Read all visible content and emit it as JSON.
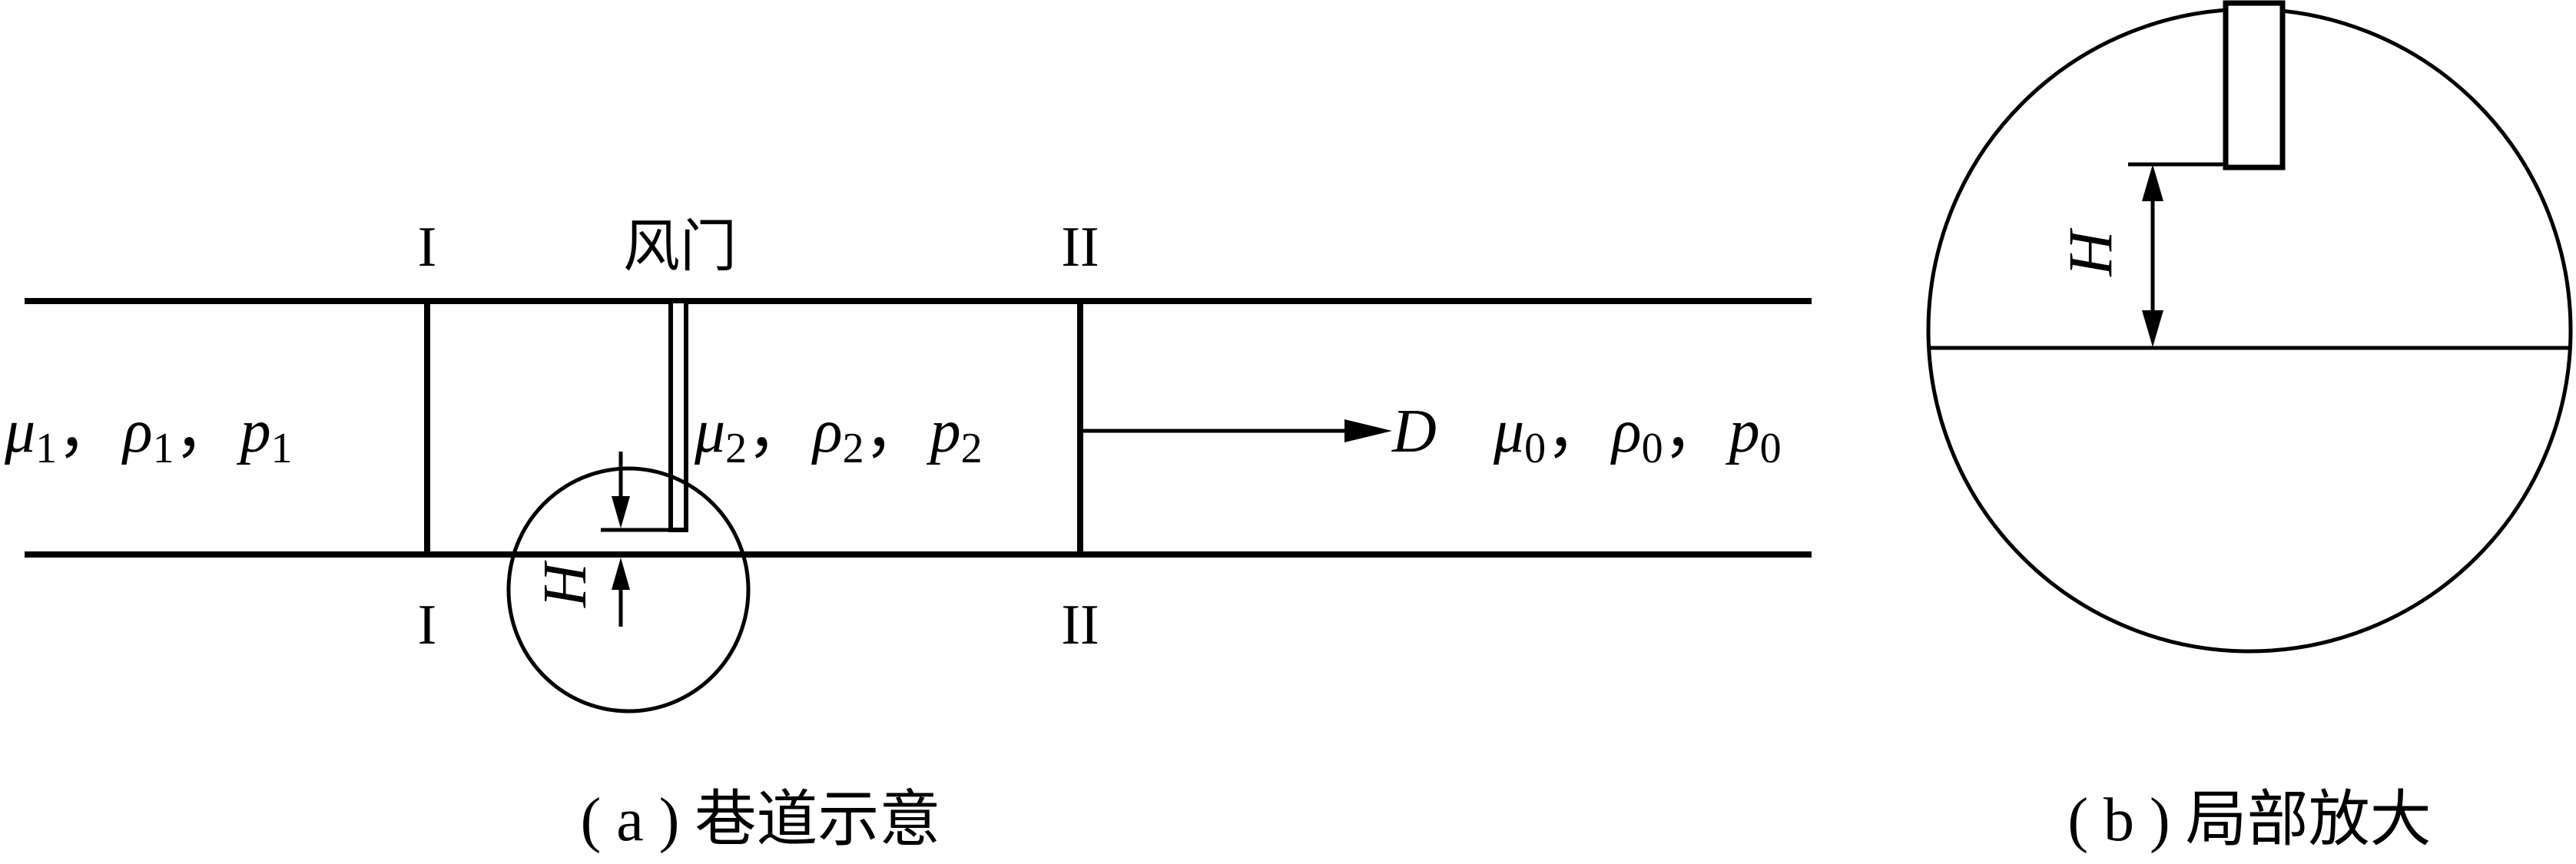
{
  "figure_a": {
    "section_1_top": "I",
    "section_1_bottom": "I",
    "section_2_top": "II",
    "section_2_bottom": "II",
    "door_label": "风门",
    "gap_label": "H",
    "endpoint_label": "D",
    "region_1": {
      "mu": "μ",
      "mu_sub": "1",
      "rho": "ρ",
      "rho_sub": "1",
      "p": "p",
      "p_sub": "1"
    },
    "region_2": {
      "mu": "μ",
      "mu_sub": "2",
      "rho": "ρ",
      "rho_sub": "2",
      "p": "p",
      "p_sub": "2"
    },
    "region_0": {
      "mu": "μ",
      "mu_sub": "0",
      "rho": "ρ",
      "rho_sub": "0",
      "p": "p",
      "p_sub": "0"
    },
    "separator": "，",
    "caption": "( a ) 巷道示意"
  },
  "figure_b": {
    "gap_label": "H",
    "caption": "( b ) 局部放大"
  }
}
